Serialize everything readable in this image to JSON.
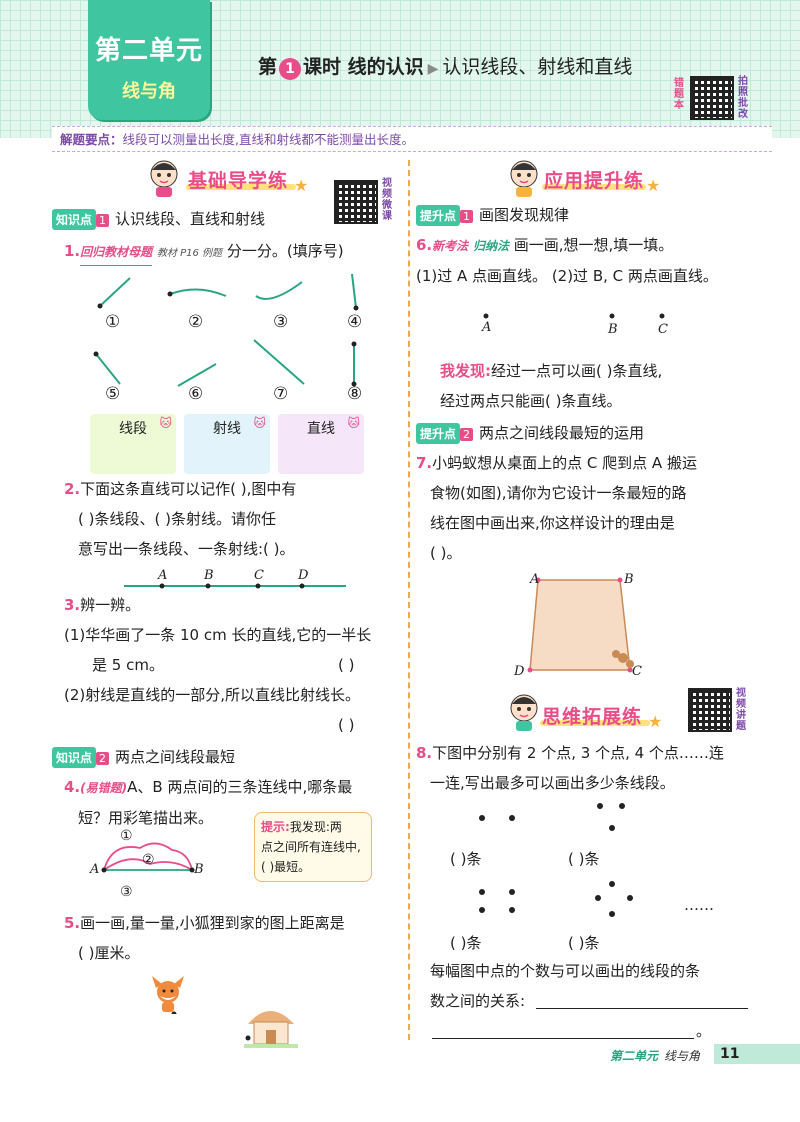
{
  "header": {
    "unit_title": "第二单元",
    "unit_subtitle": "线与角",
    "lesson_prefix": "第",
    "lesson_num": "1",
    "lesson_suffix": "课时  线的认识",
    "lesson_sub": "认识线段、射线和直线",
    "qr_label": "错题本",
    "qr_label_2": "拍照批改"
  },
  "key_point": {
    "label": "解题要点：",
    "text": "线段可以测量出长度,直线和射线都不能测量出长度。"
  },
  "left": {
    "section_title": "基础导学练",
    "qr_label": "视频微课",
    "kp1": {
      "tag": "知识点",
      "n": "1",
      "text": "认识线段、直线和射线"
    },
    "q1": {
      "num": "1.",
      "badge": "回归教材母题",
      "ref": "教材 P16 例题",
      "text": "分一分。(填序号)"
    },
    "q1_labels": [
      "①",
      "②",
      "③",
      "④",
      "⑤",
      "⑥",
      "⑦",
      "⑧"
    ],
    "q1_categories": [
      "线段",
      "射线",
      "直线"
    ],
    "q2": {
      "num": "2.",
      "line1": "下面这条直线可以记作(          ),图中有",
      "line2": "(          )条线段、(          )条射线。请你任",
      "line3": "意写出一条线段、一条射线:(                    )。",
      "points": [
        "A",
        "B",
        "C",
        "D"
      ]
    },
    "q3": {
      "num": "3.",
      "title": "辨一辨。",
      "s1a": "(1)华华画了一条 10 cm 长的直线,它的一半长",
      "s1b": "是 5 cm。",
      "s2": "(2)射线是直线的一部分,所以直线比射线长。",
      "paren": "(      )"
    },
    "kp2": {
      "tag": "知识点",
      "n": "2",
      "text": "两点之间线段最短"
    },
    "q4": {
      "num": "4.",
      "badge": "(易错题)",
      "line1": "A、B 两点间的三条连线中,哪条最",
      "line2": "短？用彩笔描出来。",
      "labels": [
        "①",
        "②",
        "③"
      ],
      "pA": "A",
      "pB": "B",
      "tip_label": "提示:",
      "tip_l1": "我发现:两",
      "tip_l2": "点之间所有连线中,",
      "tip_l3": "(        )最短。"
    },
    "q5": {
      "num": "5.",
      "line1": "画一画,量一量,小狐狸到家的图上距离是",
      "line2": "(          )厘米。"
    }
  },
  "right": {
    "section_title": "应用提升练",
    "kp1": {
      "tag": "提升点",
      "n": "1",
      "text": "画图发现规律"
    },
    "q6": {
      "num": "6.",
      "badge1": "新考法",
      "badge2": "归纳法",
      "text": "画一画,想一想,填一填。",
      "sub": "(1)过 A 点画直线。    (2)过 B, C 两点画直线。",
      "points": [
        "A",
        "B",
        "C"
      ],
      "discover": "我发现:",
      "d1": "经过一点可以画(          )条直线,",
      "d2": "经过两点只能画(          )条直线。"
    },
    "kp2": {
      "tag": "提升点",
      "n": "2",
      "text": "两点之间线段最短的运用"
    },
    "q7": {
      "num": "7.",
      "line1": "小蚂蚁想从桌面上的点 C 爬到点 A 搬运",
      "line2": "食物(如图),请你为它设计一条最短的路",
      "line3": "线在图中画出来,你这样设计的理由是",
      "line4": "(                                                  )。",
      "points": [
        "A",
        "B",
        "C",
        "D"
      ]
    },
    "section2_title": "思维拓展练",
    "qr2_label": "视频讲题",
    "q8": {
      "num": "8.",
      "line1": "下图中分别有 2 个点, 3 个点, 4 个点……连",
      "line2": "一连,写出最多可以画出多少条线段。",
      "blank": "(          )条",
      "ellipsis": "……",
      "rel1": "每幅图中点的个数与可以画出的线段的条",
      "rel2": "数之间的关系:",
      "end": "。"
    }
  },
  "footer": {
    "unit": "第二单元",
    "part": "线与角",
    "page": "11"
  }
}
